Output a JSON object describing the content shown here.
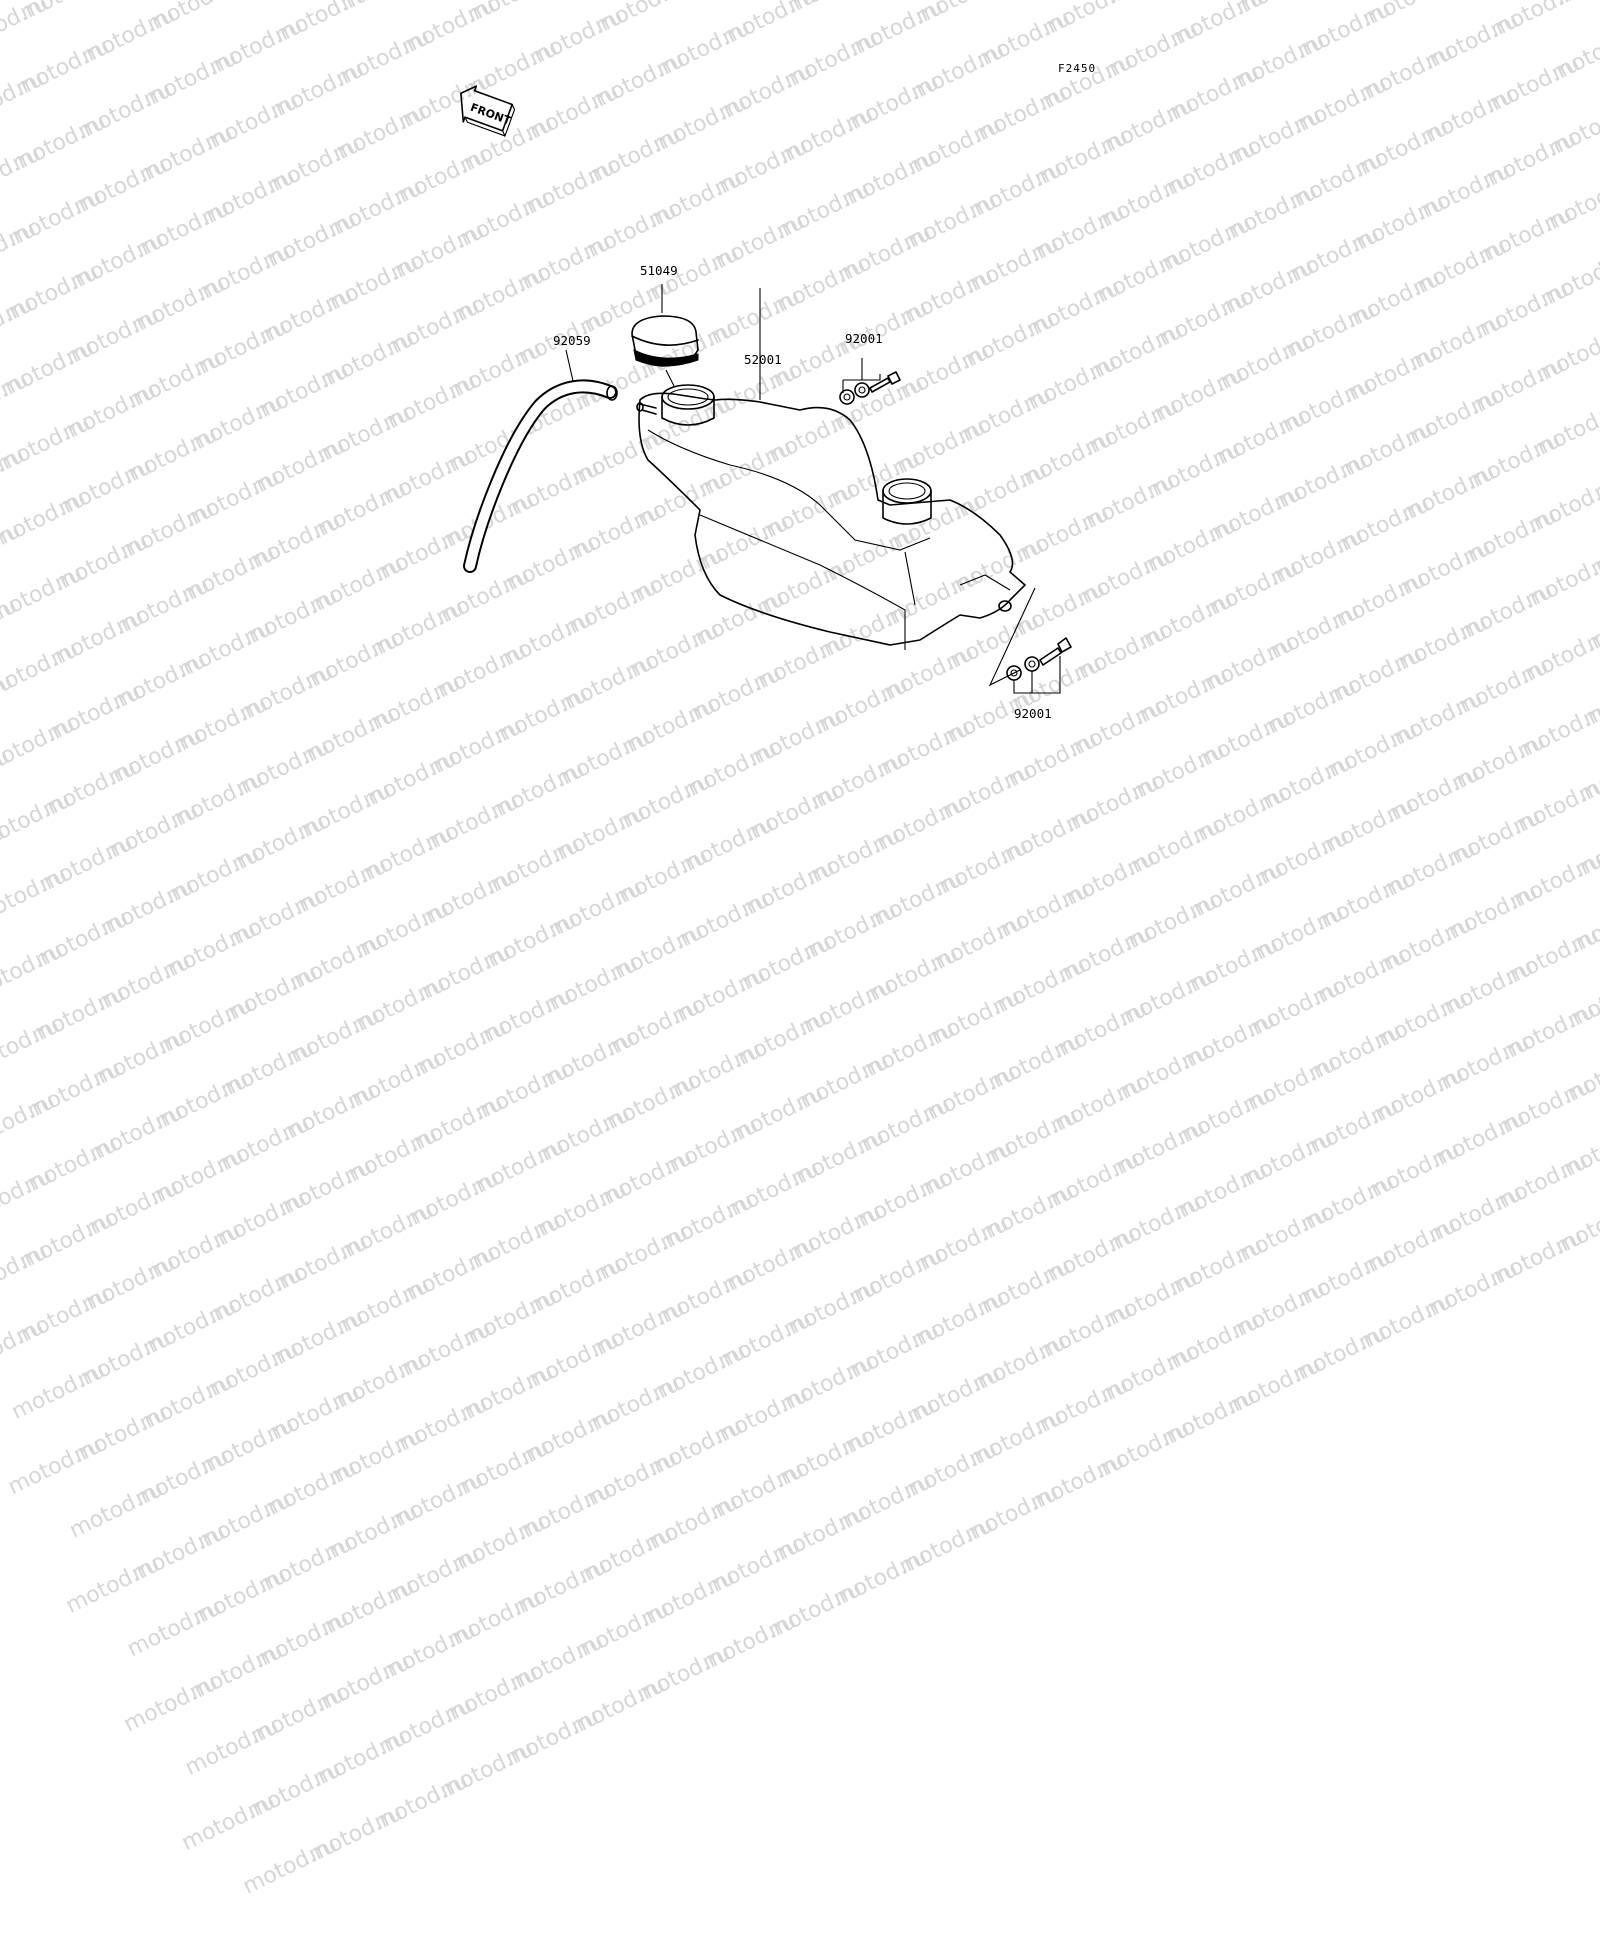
{
  "diagram": {
    "code": "F2450",
    "front_label": "FRONT",
    "watermark": "motod.ru",
    "parts": [
      {
        "id": "cap",
        "number": "51049"
      },
      {
        "id": "hose",
        "number": "92059"
      },
      {
        "id": "tank",
        "number": "52001"
      },
      {
        "id": "bolt-upper",
        "number": "92001"
      },
      {
        "id": "bolt-lower",
        "number": "92001"
      }
    ]
  }
}
